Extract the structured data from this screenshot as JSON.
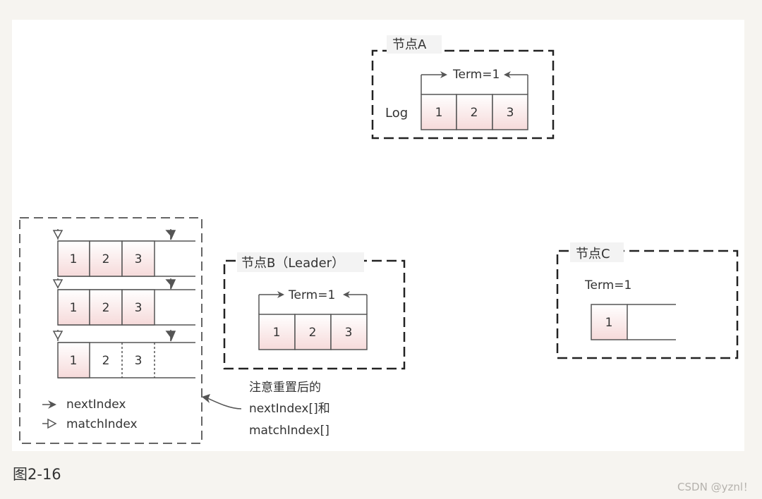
{
  "colors": {
    "cell_fill_top": "#ffffff",
    "cell_fill_bottom": "#f6dada",
    "stroke": "#555555"
  },
  "node_a": {
    "title": "节点A",
    "term_label": "Term=1",
    "log_label": "Log",
    "entries": [
      "1",
      "2",
      "3"
    ]
  },
  "node_b": {
    "title": "节点B（Leader）",
    "term_label": "Term=1",
    "entries": [
      "1",
      "2",
      "3"
    ]
  },
  "node_c": {
    "title": "节点C",
    "term_label": "Term=1",
    "entries": [
      "1"
    ]
  },
  "leader_view": {
    "rows": [
      {
        "entries": [
          "1",
          "2",
          "3"
        ]
      },
      {
        "entries": [
          "1",
          "2",
          "3"
        ]
      },
      {
        "entries": [
          "1",
          "2",
          "3"
        ]
      }
    ],
    "legend_next": "nextIndex",
    "legend_match": "matchIndex"
  },
  "note": {
    "line1": "注意重置后的",
    "line2": "nextIndex[]和",
    "line3": "matchIndex[]"
  },
  "caption": "图2-16",
  "watermark": "CSDN @yznl！"
}
